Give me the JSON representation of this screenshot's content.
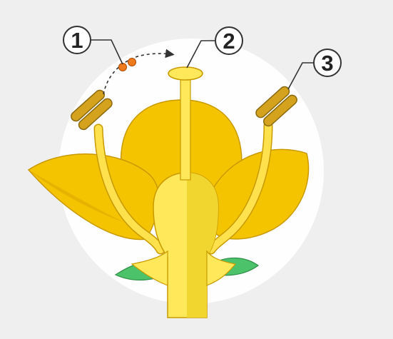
{
  "callouts": [
    {
      "label": "1",
      "part": "pollen"
    },
    {
      "label": "2",
      "part": "stigma"
    },
    {
      "label": "3",
      "part": "anther"
    }
  ],
  "colors": {
    "background": "#efefef",
    "halo": "#ffffff",
    "petal": "#f5c400",
    "petal_dark": "#e8b200",
    "petal_outline": "#c99a00",
    "pistil": "#ffe85a",
    "pistil_shade": "#f2d630",
    "stamen_filament": "#ffe14d",
    "anther": "#d4a21c",
    "anther_outline": "#8a6a10",
    "sepal": "#4cc26a",
    "pollen": "#f07a1e",
    "pollen_outline": "#b04a00",
    "callout_stroke": "#333333"
  },
  "icons": {
    "pollen_path_arrow": "dashed-curved-arrow-icon"
  }
}
